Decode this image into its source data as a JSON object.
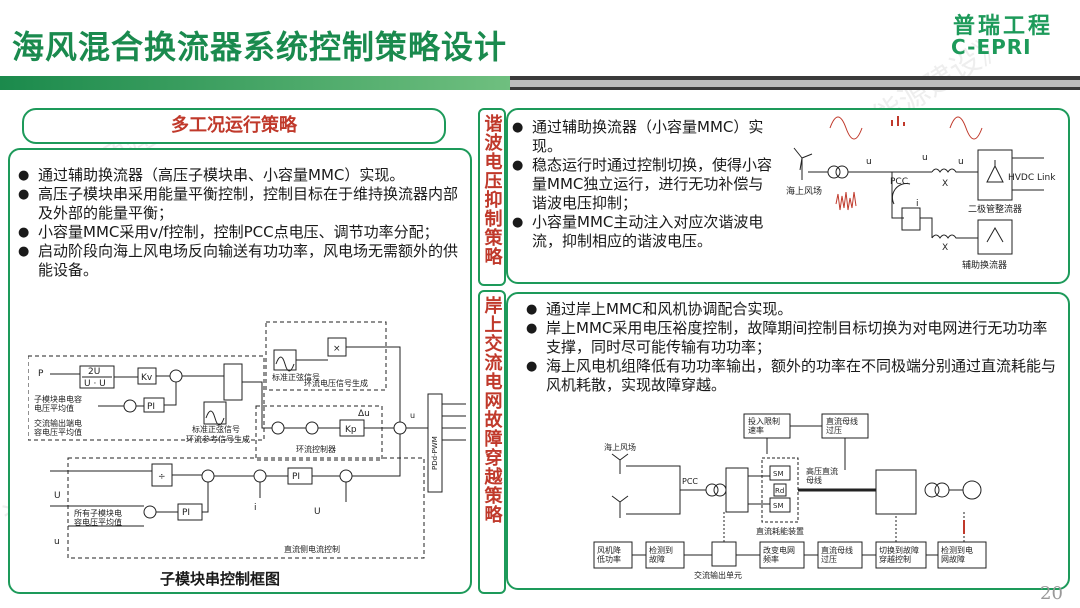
{
  "header": {
    "title": "海风混合换流器系统控制策略设计",
    "logo_cn": "普瑞工程",
    "logo_en": "C-EPRI",
    "page_number": "20"
  },
  "left": {
    "heading": "多工况运行策略",
    "bullets": [
      "通过辅助换流器（高压子模块串、小容量MMC）实现。",
      "高压子模块串采用能量平衡控制，控制目标在于维持换流器内部及外部的能量平衡；",
      "小容量MMC采用v/f控制，控制PCC点电压、调节功率分配；",
      "启动阶段向海上风电场反向输送有功功率，风电场无需额外的供能设备。"
    ],
    "diagram": {
      "caption": "子模块串控制框图",
      "labels": {
        "P": "P",
        "frac_num": "2U",
        "frac_den": "U  · U",
        "kv": "Kv",
        "pi": "PI",
        "sm_avg": "子模块串电容\n电压平均值",
        "ac_avg": "交流输出端电\n容电压平均值",
        "std_sine": "标准正弦信号",
        "circ_ref": "环流参考信号生成",
        "std_sine2": "标准正弦信号",
        "circ_gen": "环流电压信号生成",
        "times": "×",
        "kp": "Kp",
        "circ_ctrl": "环流控制器",
        "pwm": "PDd-PWM",
        "div": "÷",
        "all_sm": "所有子模块电\n容电压平均值",
        "dc_ctrl": "直流侧电流控制",
        "udc": "U",
        "ucap": "u",
        "idc": "i",
        "u1": "U",
        "delta_u": "Δu",
        "uarm": "u"
      }
    }
  },
  "right_top": {
    "vlabel": "谐波电压抑制策略",
    "bullets": [
      "通过辅助换流器（小容量MMC）实现。",
      "稳态运行时通过控制切换，使得小容量MMC独立运行，进行无功补偿与谐波电压抑制；",
      "小容量MMC主动注入对应次谐波电流，抑制相应的谐波电压。"
    ],
    "diagram": {
      "wind": "海上风场",
      "pcc": "PCC",
      "diode": "二极管整流器",
      "aux": "辅助换流器",
      "hvdc": "HVDC Link",
      "u_pcc": "u",
      "u_diode": "u",
      "x_d": "X",
      "x_m": "X",
      "u_d": "u",
      "i_s": "i"
    }
  },
  "right_bottom": {
    "vlabel": "岸上交流电网故障穿越策略",
    "bullets": [
      "通过岸上MMC和风机协调配合实现。",
      "岸上MMC采用电压裕度控制，故障期间控制目标切换为对电网进行无功功率支撑，同时尽可能传输有功功率；",
      "海上风电机组降低有功功率输出，额外的功率在不同极端分别通过直流耗能与风机耗散，实现故障穿越。"
    ],
    "diagram": {
      "box_limit": "投入限制\n速率",
      "box_dc_over": "直流母线\n过压",
      "wind": "海上风场",
      "pcc": "PCC",
      "hv_bus": "高压直流\n母线",
      "sm": "SM",
      "rd": "Rd",
      "energy": "直流耗能装置",
      "fan_low": "风机降\n低功率",
      "detect": "检测到\n故障",
      "ac_out": "交流输出单元",
      "change": "改变电网\n频率",
      "dc_over2": "直流母线\n过压",
      "switch": "切换到故障\n穿越控制",
      "detect2": "检测到电\n网故障"
    }
  },
  "colors": {
    "brand_green": "#1d9a5a",
    "accent_red": "#c0392b"
  }
}
